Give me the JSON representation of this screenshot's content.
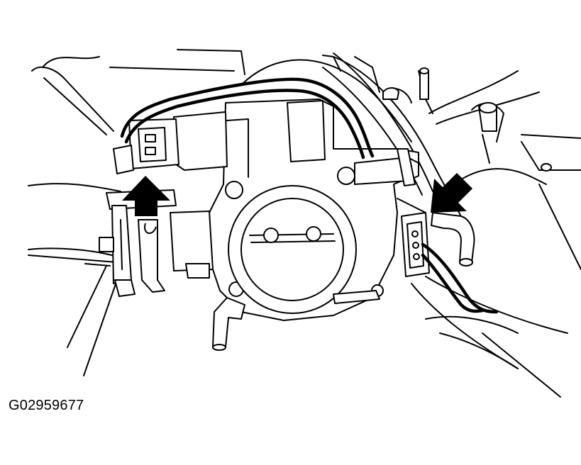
{
  "figure": {
    "id_label": "G02959677"
  },
  "colors": {
    "line": "#000000",
    "background": "#ffffff"
  },
  "callouts": [
    {
      "name": "arrow-up",
      "direction": "up"
    },
    {
      "name": "arrow-down-left",
      "direction": "down-left"
    }
  ]
}
